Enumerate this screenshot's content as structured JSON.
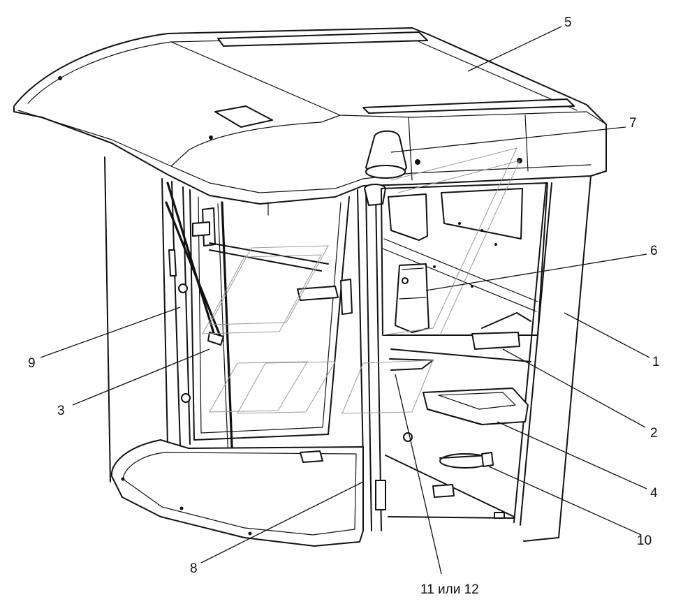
{
  "callouts": [
    {
      "id": "1",
      "text": "1"
    },
    {
      "id": "2",
      "text": "2"
    },
    {
      "id": "3",
      "text": "3"
    },
    {
      "id": "4",
      "text": "4"
    },
    {
      "id": "5",
      "text": "5"
    },
    {
      "id": "6",
      "text": "6"
    },
    {
      "id": "7",
      "text": "7"
    },
    {
      "id": "8",
      "text": "8"
    },
    {
      "id": "9",
      "text": "9"
    },
    {
      "id": "10",
      "text": "10"
    },
    {
      "id": "11",
      "text": "11 или 12"
    }
  ],
  "colors": {
    "ink": "#111111",
    "background": "#ffffff",
    "reflection": "#9a9a9a"
  }
}
